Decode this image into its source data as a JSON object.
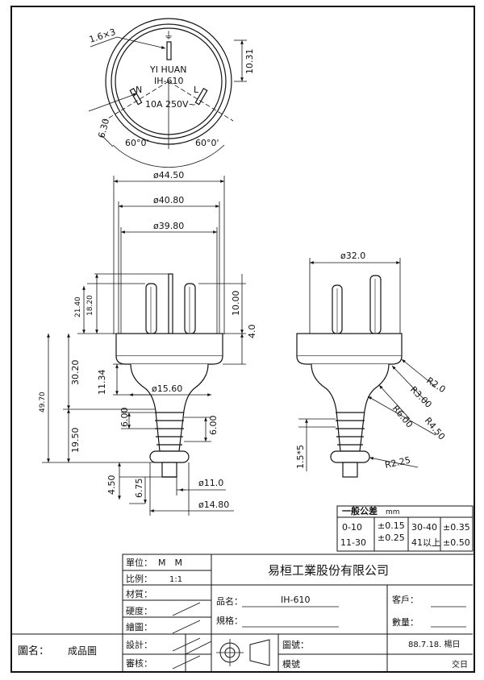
{
  "front_view": {
    "dim_pin": "1.6×3",
    "ground_symbol": "⏚",
    "brand": "YI HUAN",
    "model": "IH-610",
    "n_label": "N",
    "l_label": "L",
    "rating": "10A 250V~",
    "dim_10_31": "10.31",
    "dim_6_30": "6.30",
    "angle_left": "60°0'",
    "angle_right": "60°0'"
  },
  "side_view": {
    "d_44_50": "ø44.50",
    "d_40_80": "ø40.80",
    "d_39_80": "ø39.80",
    "d_21_40": "21.40",
    "d_18_20": "18.20",
    "d_10_00": "10.00",
    "d_4_0": "4.0",
    "d_30_20": "30.20",
    "d_11_34": "11.34",
    "d_49_70": "49.70",
    "d_15_60": "ø15.60",
    "d_6_00_l": "6.00",
    "d_6_00_r": "6.00",
    "d_19_50": "19.50",
    "d_4_50": "4.50",
    "d_6_75": "6.75",
    "d_11_0": "ø11.0",
    "d_14_80": "ø14.80"
  },
  "right_view": {
    "d_32_0": "ø32.0",
    "r_2_0": "R2.0",
    "r_3_00": "R3.00",
    "r_6_00": "R6.00",
    "r_4_50": "R4.50",
    "d_1_5x5": "1.5*5",
    "r_2_25": "R2.25"
  },
  "tolerance": {
    "title": "一般公差",
    "unit": "mm",
    "rows": [
      {
        "range": "0-10",
        "tol": "±0.15",
        "range2": "30-40",
        "tol2": "±0.35"
      },
      {
        "range": "11-30",
        "tol": "±0.25",
        "range2": "41以上",
        "tol2": "±0.50"
      }
    ]
  },
  "title_block": {
    "unit_label": "單位：",
    "unit_value": "M　M",
    "scale_label": "比例：",
    "scale_value": "1:1",
    "material_label": "材質：",
    "hardness_label": "硬度：",
    "drawer_label": "繪圖：",
    "design_label": "設計：",
    "review_label": "審核：",
    "company": "易桓工業股份有限公司",
    "product_label": "品名：",
    "product_value": "IH-610",
    "spec_label": "規格：",
    "customer_label": "客戶：",
    "quantity_label": "數量：",
    "drawing_no_label": "圖號：",
    "mold_no_label": "模號",
    "date": "88.7.18. 楊日",
    "deliver": "交日",
    "drawing_name_label": "圖名：",
    "drawing_name_value": "成品圖"
  }
}
